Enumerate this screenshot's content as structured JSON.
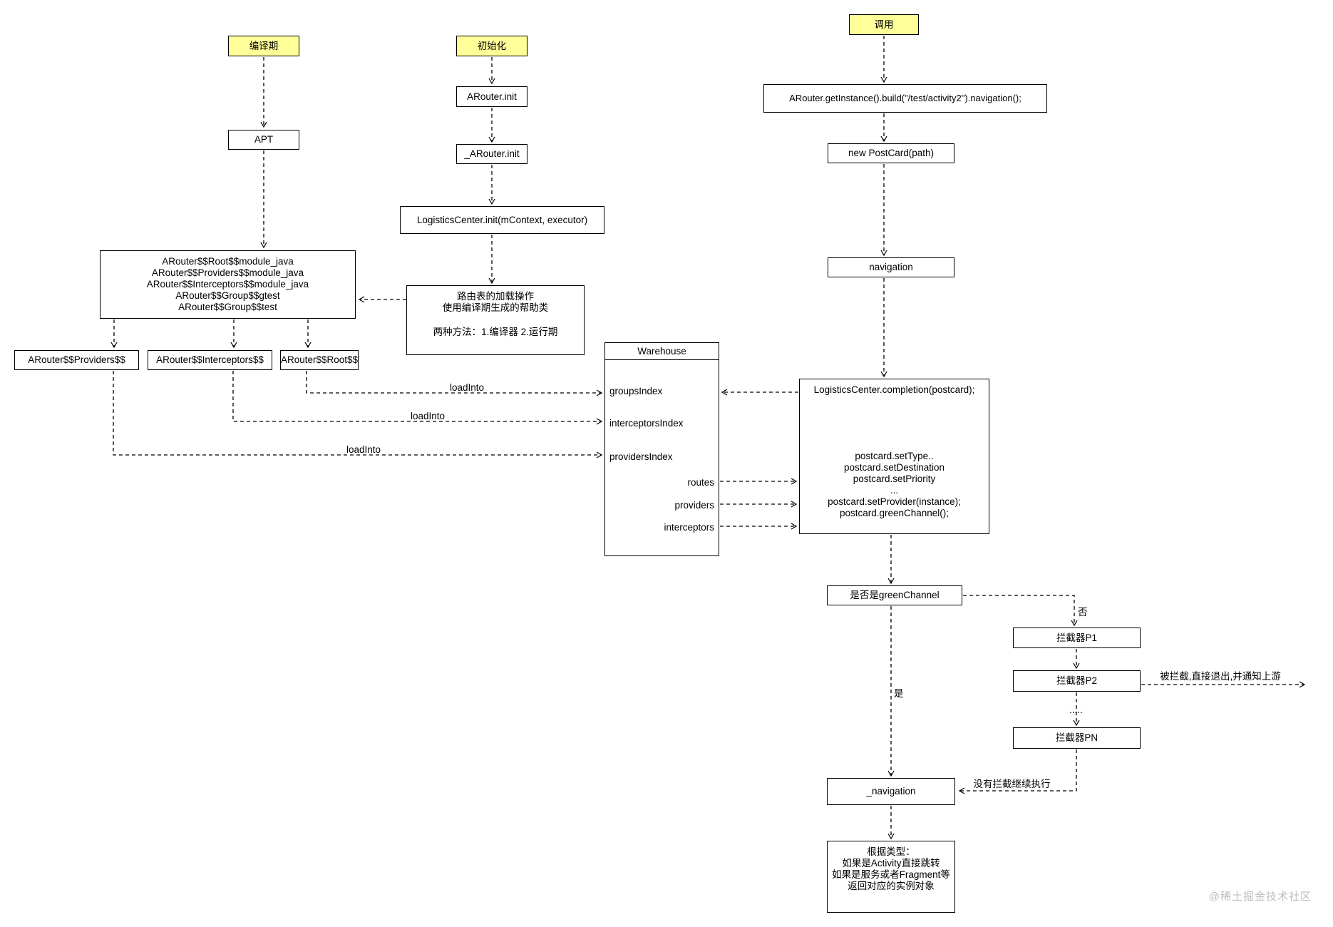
{
  "badges": {
    "compile": "编译期",
    "init": "初始化",
    "invoke": "调用"
  },
  "compile_flow": {
    "apt": "APT",
    "generated_classes": {
      "lines": [
        "ARouter$$Root$$module_java",
        "ARouter$$Providers$$module_java",
        "ARouter$$Interceptors$$module_java",
        "ARouter$$Group$$gtest",
        "ARouter$$Group$$test"
      ]
    },
    "providers_class": "ARouter$$Providers$$",
    "interceptors_class": "ARouter$$Interceptors$$",
    "root_class": "ARouter$$Root$$"
  },
  "init_flow": {
    "arouter_init": "ARouter.init",
    "arouter_init_internal": "_ARouter.init",
    "logistics_init": "LogisticsCenter.init(mContext, executor)",
    "route_load": {
      "line1": "路由表的加载操作",
      "line2": "使用编译期生成的帮助类",
      "line3": "两种方法：1.编译器 2.运行期"
    }
  },
  "warehouse": {
    "title": "Warehouse",
    "left_fields": [
      "groupsIndex",
      "interceptorsIndex",
      "providersIndex"
    ],
    "right_fields": [
      "routes",
      "providers",
      "interceptors"
    ]
  },
  "invoke_flow": {
    "build_call": "ARouter.getInstance().build(\"/test/activity2\").navigation();",
    "new_postcard": "new PostCard(path)",
    "navigation": "navigation",
    "completion": {
      "title": "LogisticsCenter.completion(postcard);",
      "lines": [
        "postcard.setType..",
        "postcard.setDestination",
        "postcard.setPriority",
        "...",
        "postcard.setProvider(instance);",
        "postcard.greenChannel();"
      ]
    },
    "green_channel": "是否是greenChannel",
    "interceptor_p1": "拦截器P1",
    "interceptor_p2": "拦截器P2",
    "interceptor_pn": "拦截器PN",
    "navigation_internal": "_navigation",
    "result": {
      "lines": [
        "根据类型：",
        "如果是Activity直接跳转",
        "如果是服务或者Fragment等",
        "返回对应的实例对象"
      ]
    }
  },
  "edge_labels": {
    "load_into": "loadInto",
    "no": "否",
    "yes": "是",
    "dots": ".....",
    "intercepted": "被拦截,直接退出,并通知上游",
    "continue": "没有拦截继续执行"
  },
  "watermark": "@稀土掘金技术社区",
  "colors": {
    "badge_bg": "#ffff99",
    "line": "#000000",
    "watermark_text": "#bfbebe"
  }
}
